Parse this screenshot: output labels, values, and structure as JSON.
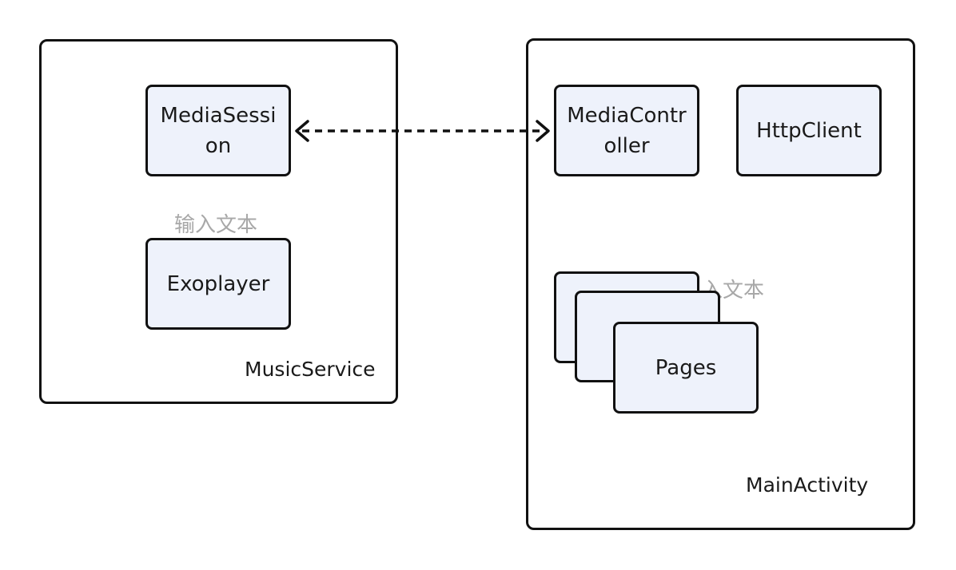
{
  "diagram": {
    "containers": {
      "music_service": {
        "label": "MusicService"
      },
      "main_activity": {
        "label": "MainActivity"
      }
    },
    "nodes": {
      "media_session": {
        "label": "MediaSession"
      },
      "exoplayer": {
        "label": "Exoplayer"
      },
      "media_controller": {
        "label": "MediaController"
      },
      "http_client": {
        "label": "HttpClient"
      },
      "pages": {
        "label": "Pages"
      }
    },
    "placeholders": {
      "left": "输入文本",
      "right": "入文本"
    },
    "edges": [
      {
        "from": "MediaSession",
        "to": "MediaController",
        "style": "dashed",
        "arrows": "both"
      }
    ],
    "colors": {
      "node_fill": "#eef2fb",
      "stroke": "#111111",
      "placeholder_text": "#a8a8a8"
    }
  }
}
